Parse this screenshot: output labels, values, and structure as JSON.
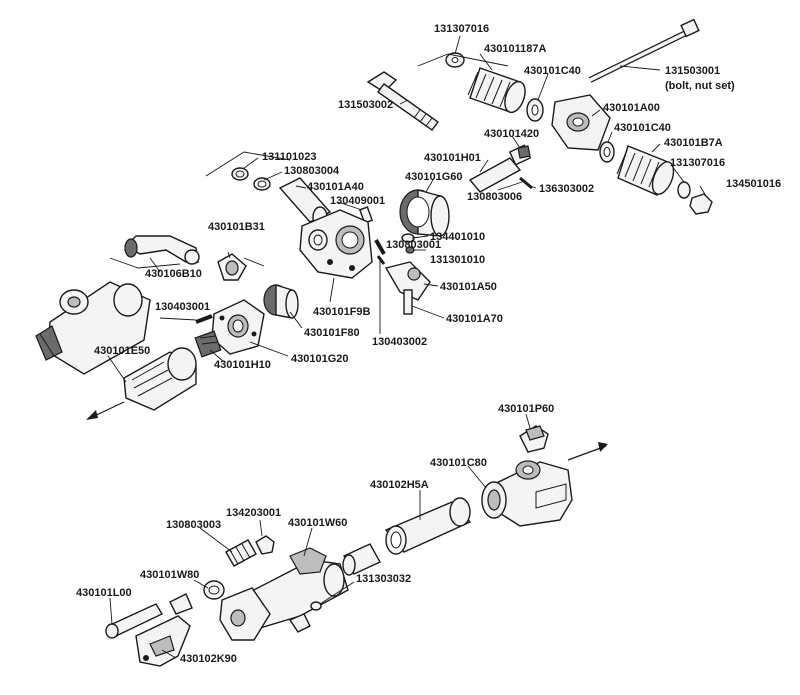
{
  "labels": {
    "p131307016a": "131307016",
    "p430101187A": "430101187A",
    "p430101C40a": "430101C40",
    "p131503001": "131503001",
    "p131503001note": "(bolt, nut set)",
    "p131503002": "131503002",
    "p430101A00": "430101A00",
    "p430101420": "430101420",
    "p430101C40b": "430101C40",
    "p430101B7A": "430101B7A",
    "p131307016b": "131307016",
    "p134501016": "134501016",
    "p131101023": "131101023",
    "p130803004": "130803004",
    "p430101A40": "430101A40",
    "p130409001": "130409001",
    "p430101H01": "430101H01",
    "p430101G60": "430101G60",
    "p130803006": "130803006",
    "p136303002": "136303002",
    "p430101B31": "430101B31",
    "p134401010": "134401010",
    "p130803001": "130803001",
    "p131301010": "131301010",
    "p430106B10": "430106B10",
    "p430101A50": "430101A50",
    "p130403001": "130403001",
    "p430101F9B": "430101F9B",
    "p430101F80": "430101F80",
    "p430101A70": "430101A70",
    "p130403002": "130403002",
    "p430101E50": "430101E50",
    "p430101H10": "430101H10",
    "p430101G20": "430101G20",
    "p430101P60": "430101P60",
    "p430101C80": "430101C80",
    "p430102H5A": "430102H5A",
    "p134203001": "134203001",
    "p130803003": "130803003",
    "p430101W60": "430101W60",
    "p430101W80": "430101W80",
    "p131303032": "131303032",
    "p430101L00": "430101L00",
    "p430102K90": "430102K90"
  }
}
